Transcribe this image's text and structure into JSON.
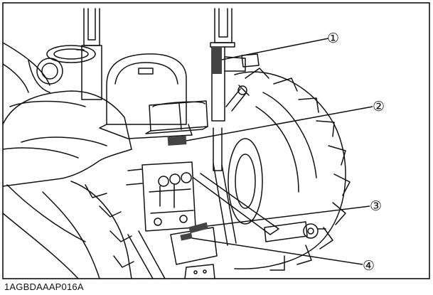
{
  "figure": {
    "caption": "1AGBDAAAP016A",
    "callouts": [
      {
        "label": "①"
      },
      {
        "label": "②"
      },
      {
        "label": "③"
      },
      {
        "label": "④"
      }
    ],
    "line_color": "#111111",
    "label_fill_color": "#444444"
  }
}
